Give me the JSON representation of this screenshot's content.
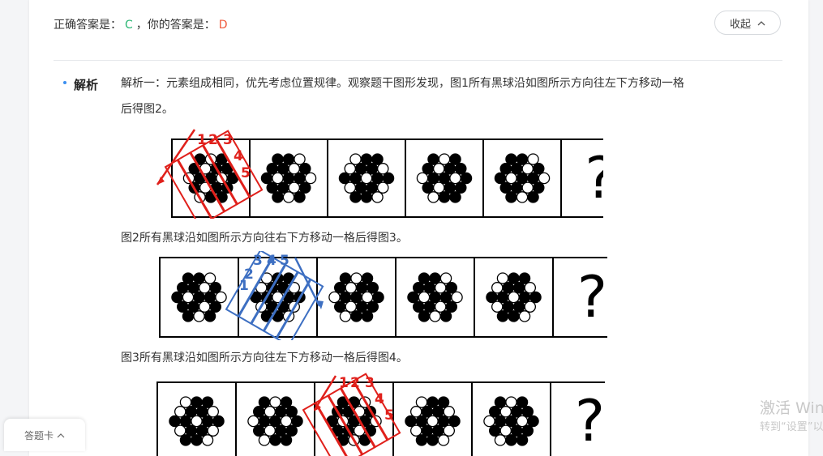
{
  "header": {
    "correct_label": "正确答案是：",
    "correct_value": "C",
    "sep": "，",
    "yours_label": "你的答案是：",
    "yours_value": "D",
    "collapse_label": "收起"
  },
  "analysis": {
    "title": "解析",
    "line1": "解析一：元素组成相同，优先考虑位置规律。观察题干图形发现，图1所有黑球沿如图所示方向往左下方移动一格",
    "line2": "后得图2。",
    "line3": "图2所有黑球沿如图所示方向往右下方移动一格后得图3。",
    "line4": "图3所有黑球沿如图所示方向往左下方移动一格后得图4。"
  },
  "figures": {
    "question_mark": "?",
    "labels_red": [
      "1",
      "2",
      "3",
      "4",
      "5"
    ],
    "labels_blue": [
      "1",
      "2",
      "3",
      "4",
      "5"
    ]
  },
  "watermark": {
    "line1": "激活 Win",
    "line2": "转到“设置”以"
  },
  "answer_sheet": {
    "label": "答题卡"
  },
  "colors": {
    "red": "#e0201b",
    "blue": "#3d6fc2",
    "correct": "#2bb673",
    "wrong": "#f05a3c"
  }
}
